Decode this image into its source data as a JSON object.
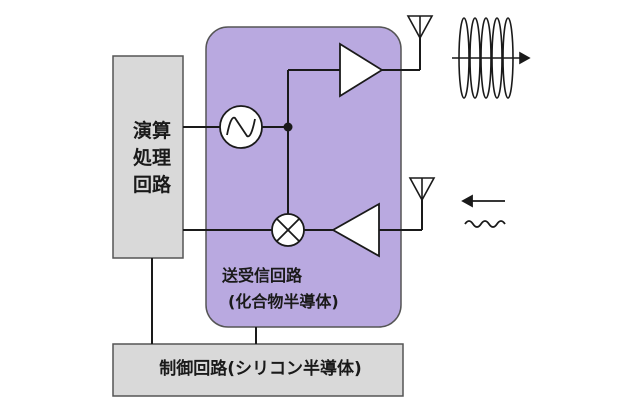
{
  "processing_circuit": {
    "lines": [
      "演算",
      "処理",
      "回路"
    ],
    "fill": "#d9d9d9"
  },
  "transceiver": {
    "title": "送受信回路",
    "subtitle": "(化合物半導体)",
    "fill": "#b9a9e0"
  },
  "control_circuit": {
    "label": "制御回路(シリコン半導体)",
    "fill": "#d9d9d9"
  },
  "icons": {
    "oscillator": "sine-wave-circle",
    "mixer": "x-circle",
    "amplifier": "triangle",
    "antenna": "antenna-symbol",
    "tx_wave": "helix-wave-arrow",
    "rx_wave": "arrow-and-squiggle"
  },
  "colors": {
    "line": "#1a1a1a",
    "box_border": "#555555"
  }
}
